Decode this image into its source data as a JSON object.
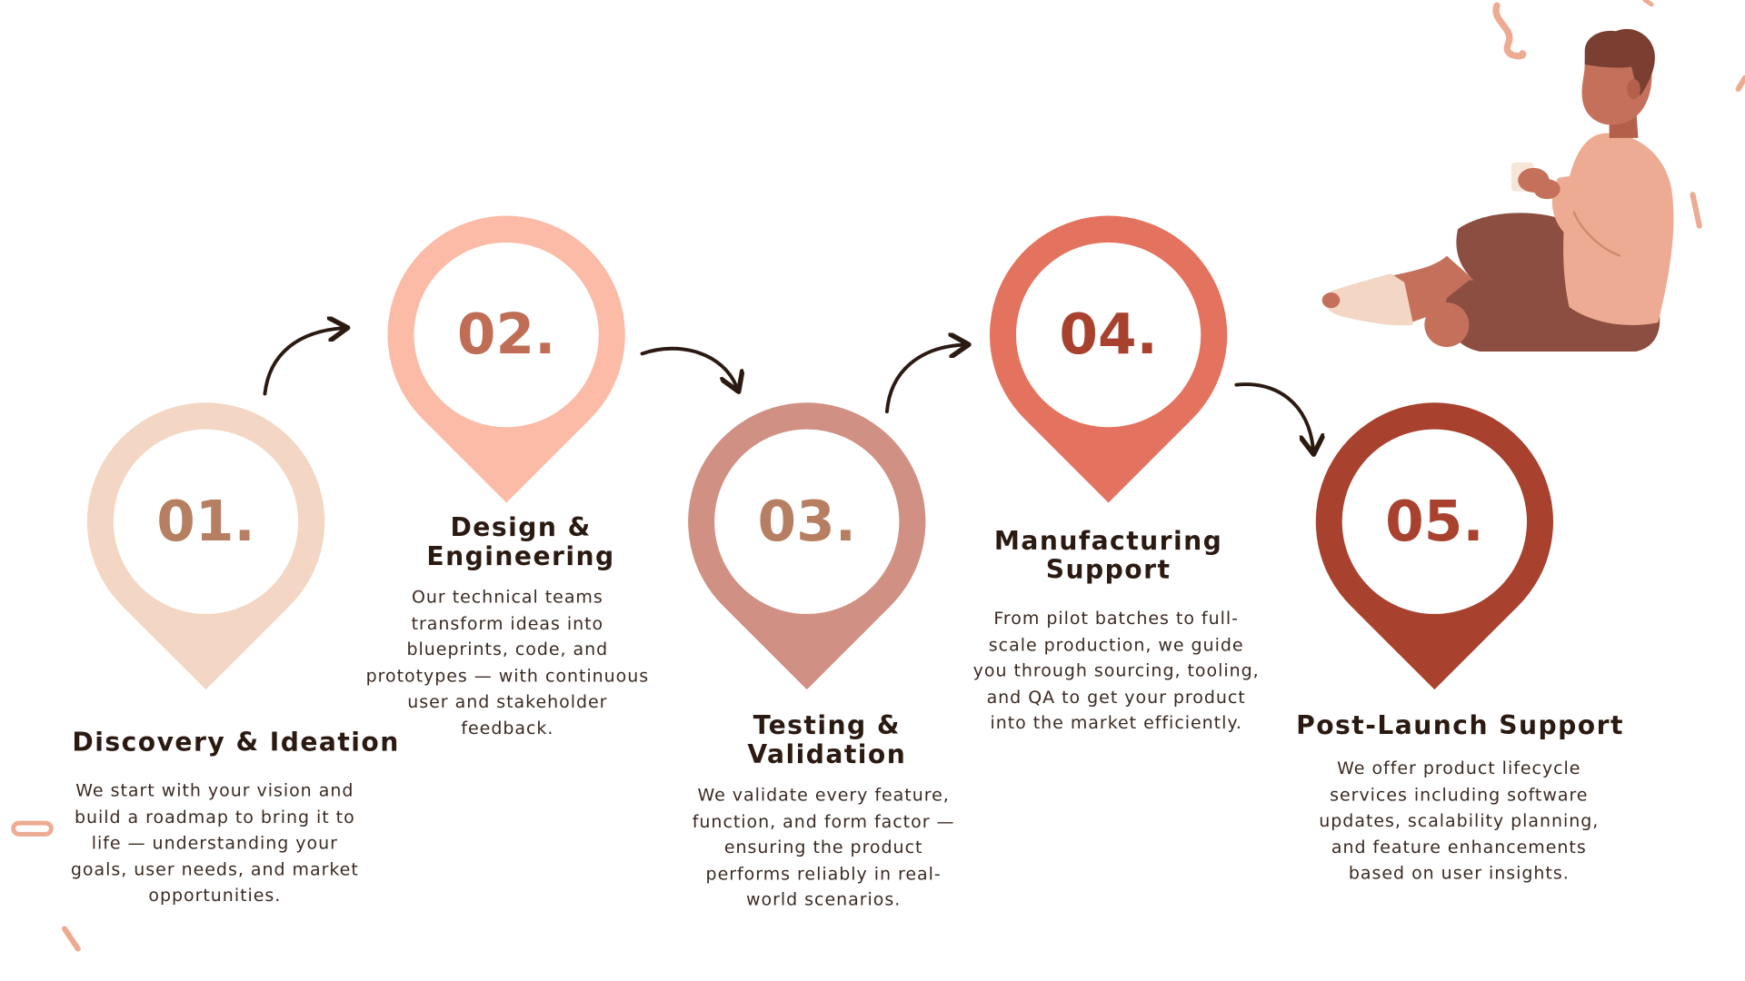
{
  "palette": {
    "pin_1": "#f3d6c3",
    "pin_2": "#fbbba6",
    "pin_3": "#d09083",
    "pin_4": "#e3735e",
    "pin_5": "#a8412e",
    "number_light": "#b77f62",
    "number_mid": "#bf6e55",
    "number_dark": "#a8412e",
    "arrow": "#2b1a12",
    "confetti": "#eeab93"
  },
  "steps": [
    {
      "number": "01.",
      "title": "Discovery & Ideation",
      "description": "We start with your vision and\nbuild a roadmap to bring it to\nlife — understanding your\ngoals, user needs, and market\nopportunities."
    },
    {
      "number": "02.",
      "title": "Design &\nEngineering",
      "description": "Our technical teams\ntransform ideas into\nblueprints, code, and\nprototypes — with continuous\nuser and stakeholder\nfeedback."
    },
    {
      "number": "03.",
      "title": "Testing &\nValidation",
      "description": "We validate every feature,\nfunction, and form factor —\nensuring the product\nperforms reliably in real-\nworld scenarios."
    },
    {
      "number": "04.",
      "title": "Manufacturing\nSupport",
      "description": "From pilot batches to full-\nscale production, we guide\nyou through sourcing, tooling,\nand QA to get your product\ninto the market efficiently."
    },
    {
      "number": "05.",
      "title": "Post-Launch Support",
      "description": "We offer product lifecycle\nservices including software\nupdates, scalability planning,\nand feature enhancements\nbased on user insights."
    }
  ],
  "illustration": {
    "person_icon": "sitting-person-with-mug-icon",
    "arrow_icon": "curved-arrow-icon",
    "confetti_icon": "confetti-icon"
  }
}
